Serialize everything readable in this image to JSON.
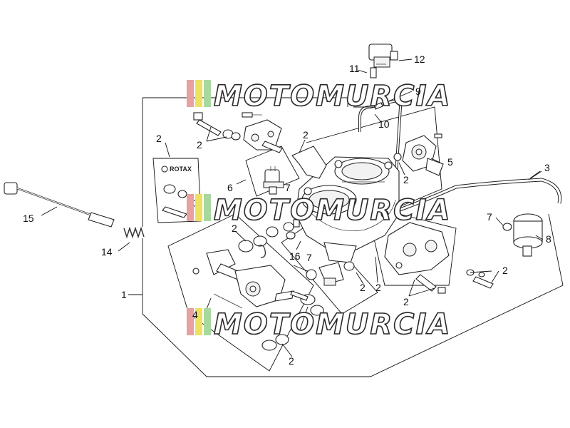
{
  "watermark": {
    "text": "MOTOMURCIA",
    "stripe_colors": [
      "#e8a0a0",
      "#f0e060",
      "#a8d8a0"
    ]
  },
  "kit_logo": {
    "text": "ROTAX"
  },
  "callouts": [
    {
      "id": "c1",
      "text": "1"
    },
    {
      "id": "c2a",
      "text": "2"
    },
    {
      "id": "c2b",
      "text": "2"
    },
    {
      "id": "c2c",
      "text": "2"
    },
    {
      "id": "c2d",
      "text": "2"
    },
    {
      "id": "c2e",
      "text": "2"
    },
    {
      "id": "c2f",
      "text": "2"
    },
    {
      "id": "c2g",
      "text": "2"
    },
    {
      "id": "c2h",
      "text": "2"
    },
    {
      "id": "c2i",
      "text": "2"
    },
    {
      "id": "c2j",
      "text": "2"
    },
    {
      "id": "c2k",
      "text": "2"
    },
    {
      "id": "c3",
      "text": "3"
    },
    {
      "id": "c4",
      "text": "4"
    },
    {
      "id": "c5",
      "text": "5"
    },
    {
      "id": "c6",
      "text": "6"
    },
    {
      "id": "c7a",
      "text": "7"
    },
    {
      "id": "c7b",
      "text": "7"
    },
    {
      "id": "c7c",
      "text": "7"
    },
    {
      "id": "c8",
      "text": "8"
    },
    {
      "id": "c9",
      "text": "9"
    },
    {
      "id": "c10",
      "text": "10"
    },
    {
      "id": "c11",
      "text": "11"
    },
    {
      "id": "c12",
      "text": "12"
    },
    {
      "id": "c14",
      "text": "14"
    },
    {
      "id": "c15",
      "text": "15"
    },
    {
      "id": "c16",
      "text": "16"
    }
  ]
}
